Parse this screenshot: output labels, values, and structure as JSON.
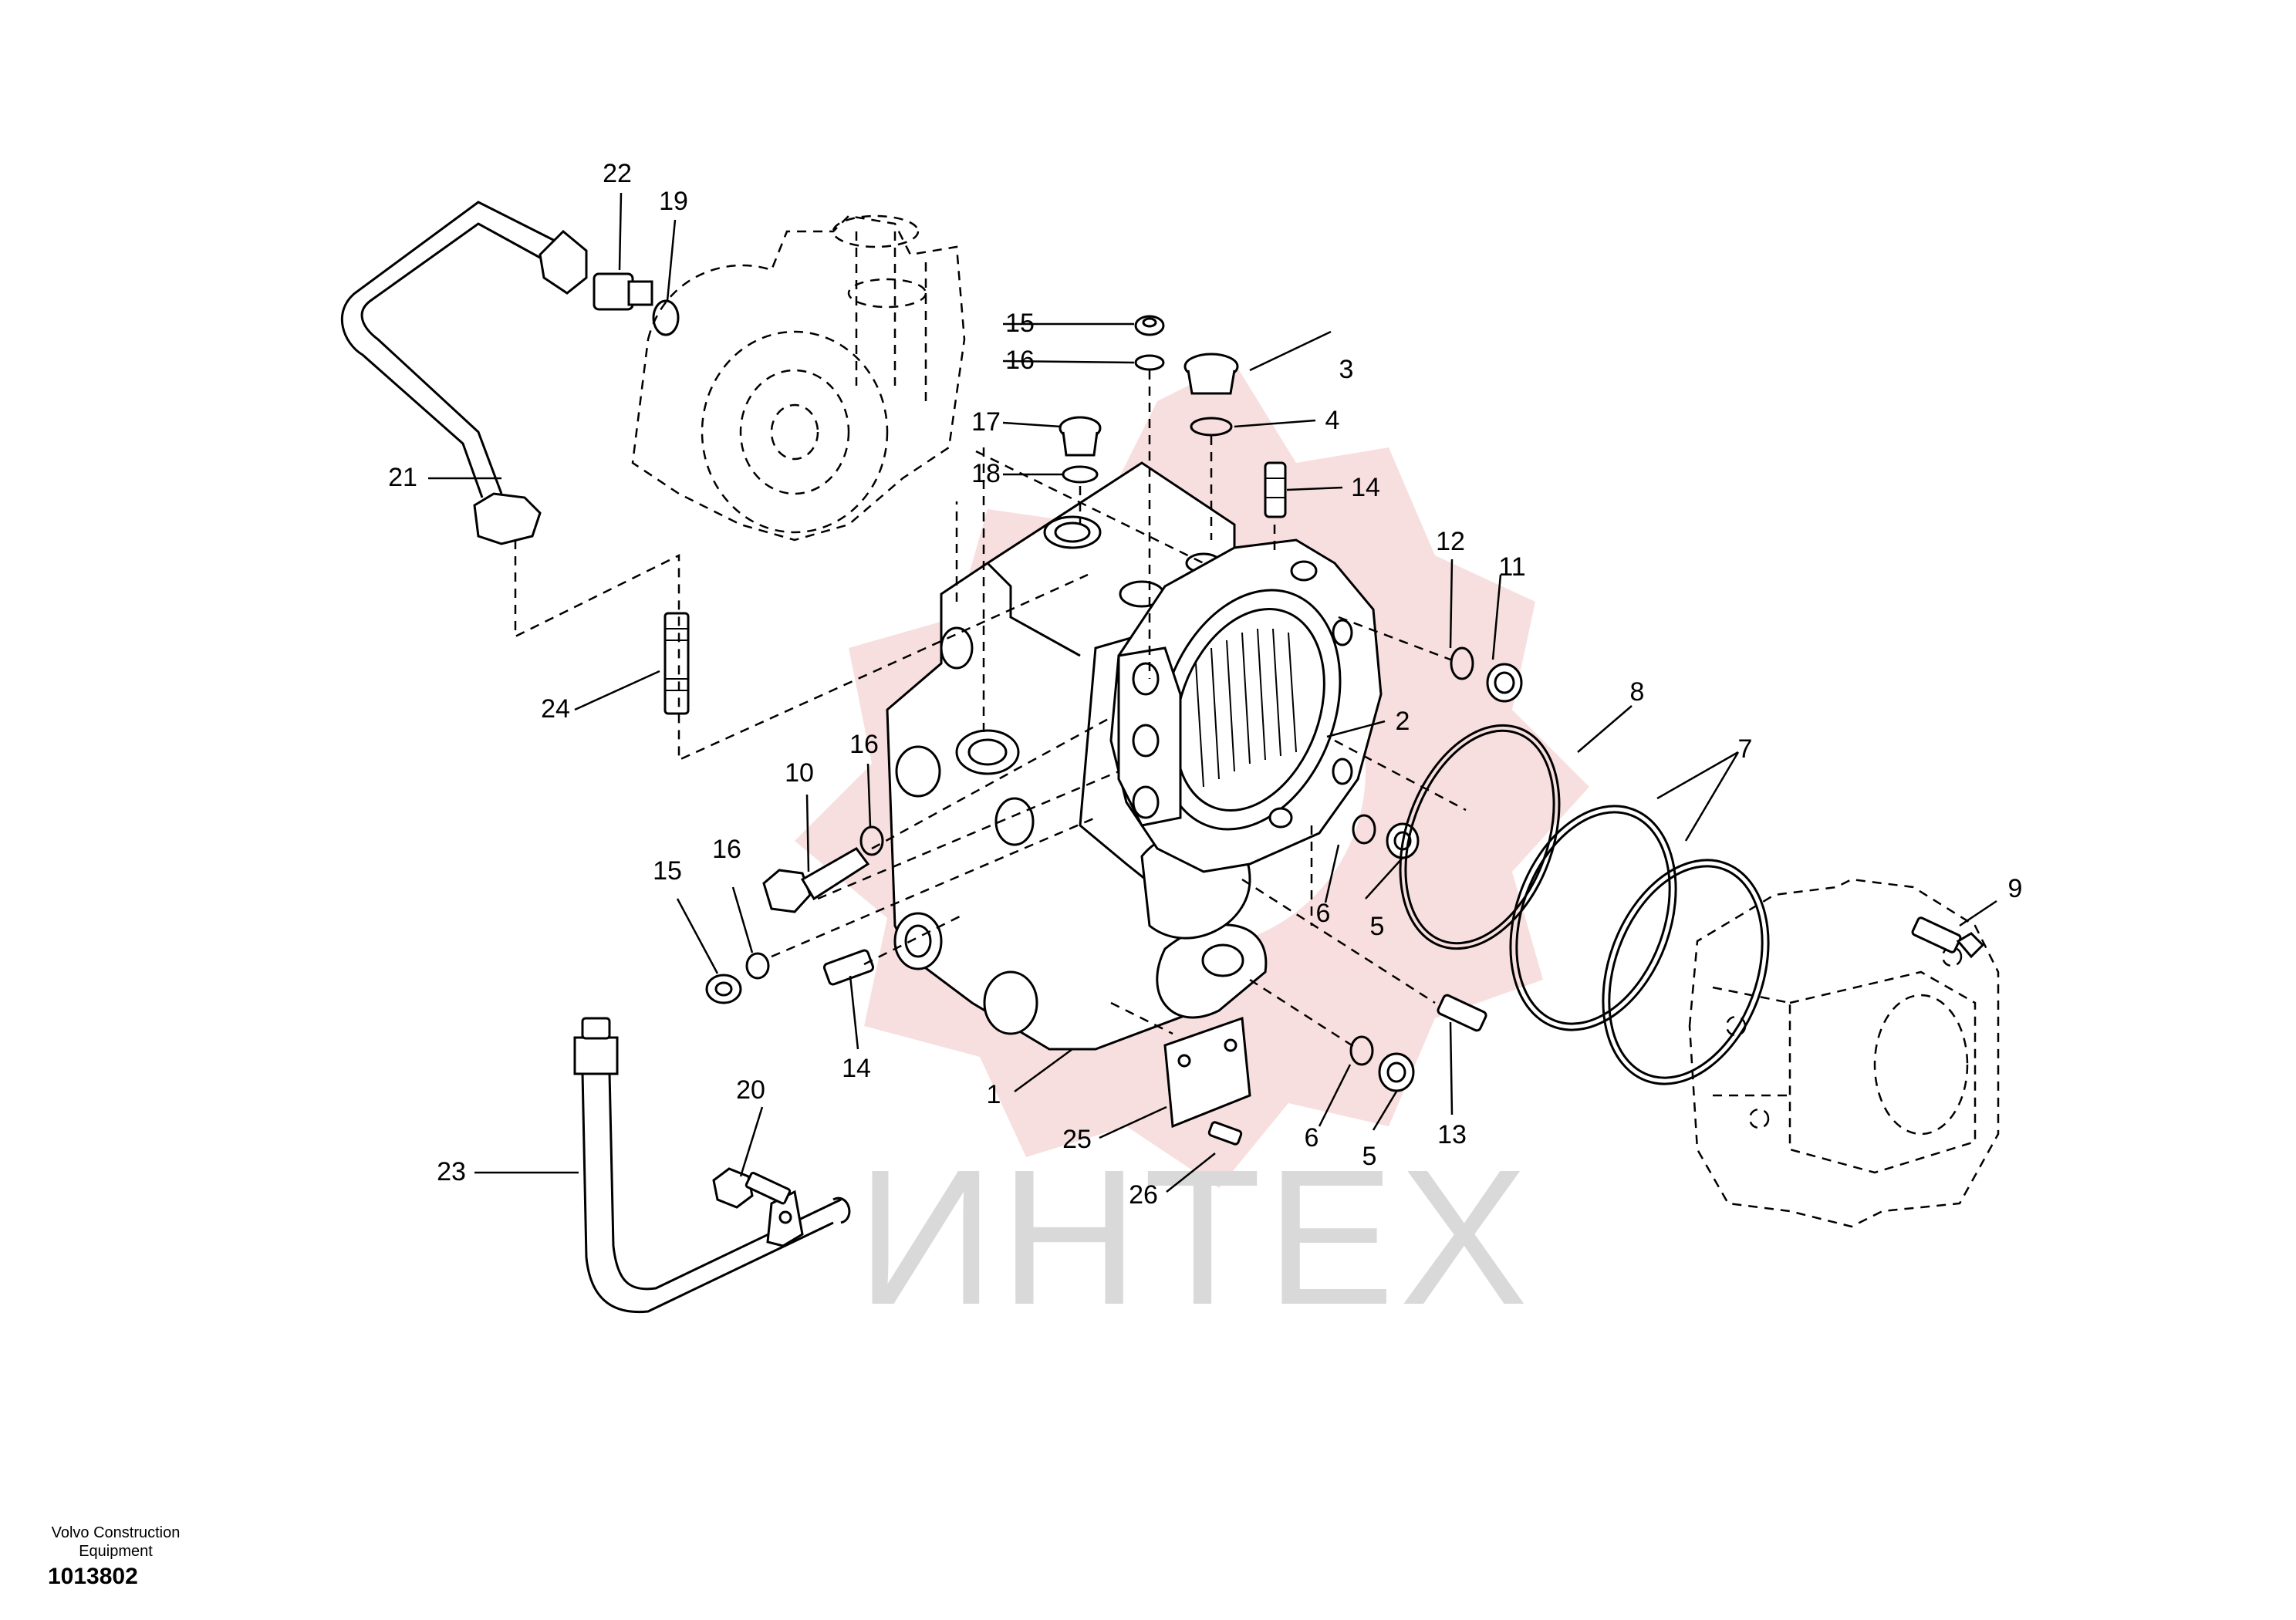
{
  "footer": {
    "brand": "Volvo Construction Equipment",
    "reference": "1013802"
  },
  "watermark": {
    "text": "ИНТЕХ",
    "color": "#d9d9d9",
    "gear_color": "#f3c4c4"
  },
  "callouts": {
    "c1": "1",
    "c2": "2",
    "c3": "3",
    "c4": "4",
    "c5a": "5",
    "c5b": "5",
    "c6a": "6",
    "c6b": "6",
    "c7": "7",
    "c8": "8",
    "c9": "9",
    "c10": "10",
    "c11": "11",
    "c12": "12",
    "c13": "13",
    "c14a": "14",
    "c14b": "14",
    "c15a": "15",
    "c15b": "15",
    "c16a": "16",
    "c16b": "16",
    "c16c": "16",
    "c17": "17",
    "c18": "18",
    "c19": "19",
    "c20": "20",
    "c21": "21",
    "c22": "22",
    "c23": "23",
    "c24": "24",
    "c25": "25",
    "c26": "26"
  }
}
